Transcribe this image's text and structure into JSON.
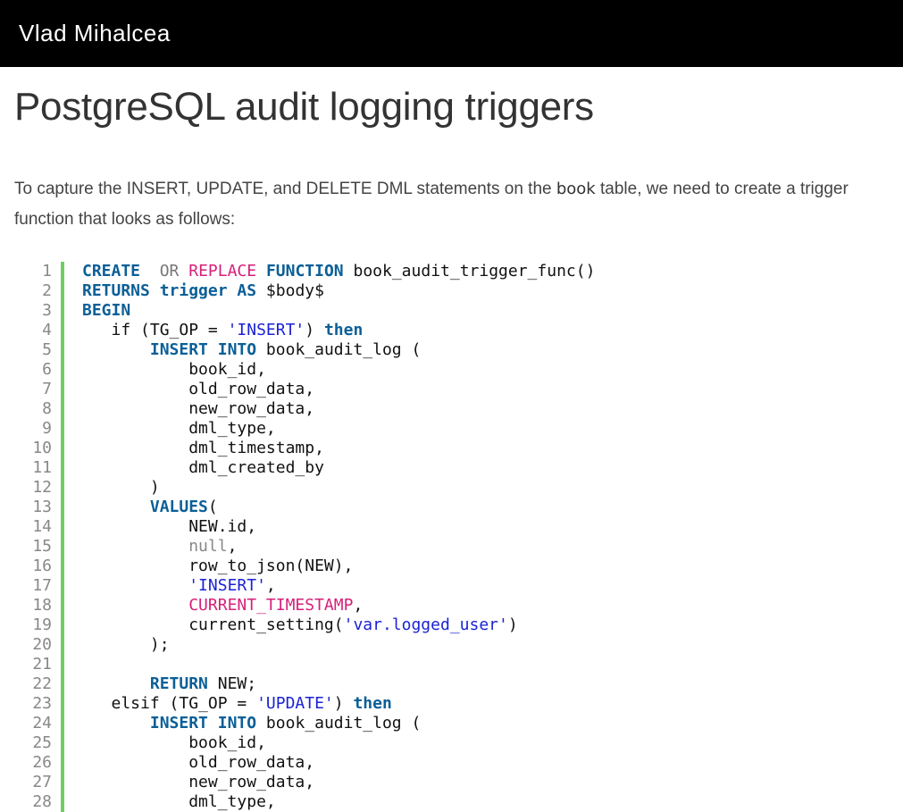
{
  "header": {
    "brand": "Vlad Mihalcea"
  },
  "article": {
    "title": "PostgreSQL audit logging triggers",
    "intro_before": "To capture the INSERT, UPDATE, and DELETE DML statements on the ",
    "intro_code": "book",
    "intro_after": " table, we need to create a trigger function that looks as follows:"
  },
  "code": {
    "language": "sql",
    "lines": [
      {
        "n": "1",
        "t": [
          [
            "kw",
            "CREATE"
          ],
          [
            "",
            "  "
          ],
          [
            "op",
            "OR"
          ],
          [
            "",
            ""
          ],
          [
            "mg",
            " REPLACE"
          ],
          [
            "",
            ""
          ],
          [
            "kw",
            " FUNCTION"
          ],
          [
            "",
            " book_audit_trigger_func()"
          ]
        ]
      },
      {
        "n": "2",
        "t": [
          [
            "kw",
            "RETURNS"
          ],
          [
            "",
            " "
          ],
          [
            "kw",
            "trigger"
          ],
          [
            "",
            " "
          ],
          [
            "kw",
            "AS"
          ],
          [
            "",
            " $body$"
          ]
        ]
      },
      {
        "n": "3",
        "t": [
          [
            "kw",
            "BEGIN"
          ]
        ]
      },
      {
        "n": "4",
        "t": [
          [
            "",
            "   if (TG_OP = "
          ],
          [
            "st",
            "'INSERT'"
          ],
          [
            "",
            ") "
          ],
          [
            "kw",
            "then"
          ]
        ]
      },
      {
        "n": "5",
        "t": [
          [
            "",
            "       "
          ],
          [
            "kw",
            "INSERT"
          ],
          [
            "",
            " "
          ],
          [
            "kw",
            "INTO"
          ],
          [
            "",
            " book_audit_log ("
          ]
        ]
      },
      {
        "n": "6",
        "t": [
          [
            "",
            "           book_id,"
          ]
        ]
      },
      {
        "n": "7",
        "t": [
          [
            "",
            "           old_row_data,"
          ]
        ]
      },
      {
        "n": "8",
        "t": [
          [
            "",
            "           new_row_data,"
          ]
        ]
      },
      {
        "n": "9",
        "t": [
          [
            "",
            "           dml_type,"
          ]
        ]
      },
      {
        "n": "10",
        "t": [
          [
            "",
            "           dml_timestamp,"
          ]
        ]
      },
      {
        "n": "11",
        "t": [
          [
            "",
            "           dml_created_by"
          ]
        ]
      },
      {
        "n": "12",
        "t": [
          [
            "",
            "       )"
          ]
        ]
      },
      {
        "n": "13",
        "t": [
          [
            "",
            "       "
          ],
          [
            "kw",
            "VALUES"
          ],
          [
            "",
            "("
          ]
        ]
      },
      {
        "n": "14",
        "t": [
          [
            "",
            "           NEW.id,"
          ]
        ]
      },
      {
        "n": "15",
        "t": [
          [
            "",
            "           "
          ],
          [
            "nl",
            "null"
          ],
          [
            "",
            ","
          ]
        ]
      },
      {
        "n": "16",
        "t": [
          [
            "",
            "           row_to_json(NEW),"
          ]
        ]
      },
      {
        "n": "17",
        "t": [
          [
            "",
            "           "
          ],
          [
            "st",
            "'INSERT'"
          ],
          [
            "",
            ","
          ]
        ]
      },
      {
        "n": "18",
        "t": [
          [
            "",
            "           "
          ],
          [
            "mg",
            "CURRENT_TIMESTAMP"
          ],
          [
            "",
            ","
          ]
        ]
      },
      {
        "n": "19",
        "t": [
          [
            "",
            "           current_setting("
          ],
          [
            "st",
            "'var.logged_user'"
          ],
          [
            "",
            ")"
          ]
        ]
      },
      {
        "n": "20",
        "t": [
          [
            "",
            "       );"
          ]
        ]
      },
      {
        "n": "21",
        "t": [
          [
            "",
            ""
          ]
        ]
      },
      {
        "n": "22",
        "t": [
          [
            "",
            "       "
          ],
          [
            "kw",
            "RETURN"
          ],
          [
            "",
            " NEW;"
          ]
        ]
      },
      {
        "n": "23",
        "t": [
          [
            "",
            "   elsif (TG_OP = "
          ],
          [
            "st",
            "'UPDATE'"
          ],
          [
            "",
            ") "
          ],
          [
            "kw",
            "then"
          ]
        ]
      },
      {
        "n": "24",
        "t": [
          [
            "",
            "       "
          ],
          [
            "kw",
            "INSERT"
          ],
          [
            "",
            " "
          ],
          [
            "kw",
            "INTO"
          ],
          [
            "",
            " book_audit_log ("
          ]
        ]
      },
      {
        "n": "25",
        "t": [
          [
            "",
            "           book_id,"
          ]
        ]
      },
      {
        "n": "26",
        "t": [
          [
            "",
            "           old_row_data,"
          ]
        ]
      },
      {
        "n": "27",
        "t": [
          [
            "",
            "           new_row_data,"
          ]
        ]
      },
      {
        "n": "28",
        "t": [
          [
            "",
            "           dml_type,"
          ]
        ]
      }
    ]
  },
  "colors": {
    "header_bg": "#000000",
    "keyword": "#0b5f97",
    "string": "#1a23d4",
    "magenta": "#d6207a",
    "gutter": "#6ccf63"
  }
}
